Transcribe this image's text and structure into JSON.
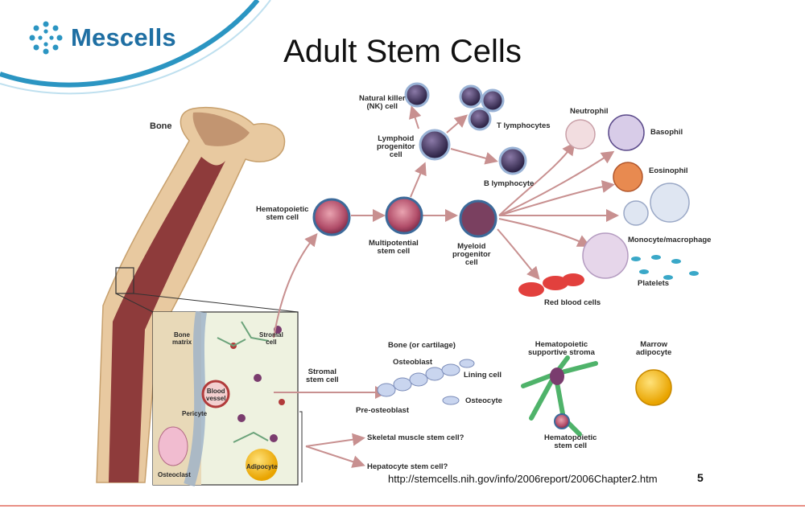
{
  "brand": {
    "name": "Mescells",
    "accent": "#1f6fa3",
    "swoosh": "#2b95c2"
  },
  "title": "Adult Stem Cells",
  "labels": {
    "bone": "Bone",
    "nk_cell": "Natural killer\n(NK) cell",
    "t_lymph": "T lymphocytes",
    "lymphoid": "Lymphoid\nprogenitor\ncell",
    "b_lymph": "B lymphocyte",
    "neutrophil": "Neutrophil",
    "basophil": "Basophil",
    "eosinophil": "Eosinophil",
    "hsc": "Hematopoietic\nstem cell",
    "multipotential": "Multipotential\nstem cell",
    "myeloid": "Myeloid\nprogenitor\ncell",
    "monocyte": "Monocyte/macrophage",
    "platelets": "Platelets",
    "rbc": "Red blood cells",
    "bone_matrix": "Bone\nmatrix",
    "stromal_cell": "Stromal\ncell",
    "blood_vessel": "Blood\nvessel",
    "pericyte": "Pericyte",
    "osteoclast": "Osteoclast",
    "adipocyte": "Adipocyte",
    "stromal_stem": "Stromal\nstem cell",
    "bone_cartilage": "Bone (or cartilage)",
    "osteoblast": "Osteoblast",
    "lining_cell": "Lining cell",
    "osteocyte": "Osteocyte",
    "pre_osteoblast": "Pre-osteoblast",
    "supportive_stroma": "Hematopoietic\nsupportive stroma",
    "marrow_adipocyte": "Marrow\nadipocyte",
    "hsc2": "Hematopoietic\nstem cell",
    "skeletal": "Skeletal muscle stem cell?",
    "hepatocyte": "Hepatocyte stem cell?"
  },
  "source": "http://stemcells.nih.gov/info/2006report/2006Chapter2.htm",
  "page_number": "5",
  "colors": {
    "arrow": "#c89090",
    "bone": "#e8c9a0",
    "marrow": "#8e3b3b",
    "cell_border": "#3c6a9a"
  }
}
